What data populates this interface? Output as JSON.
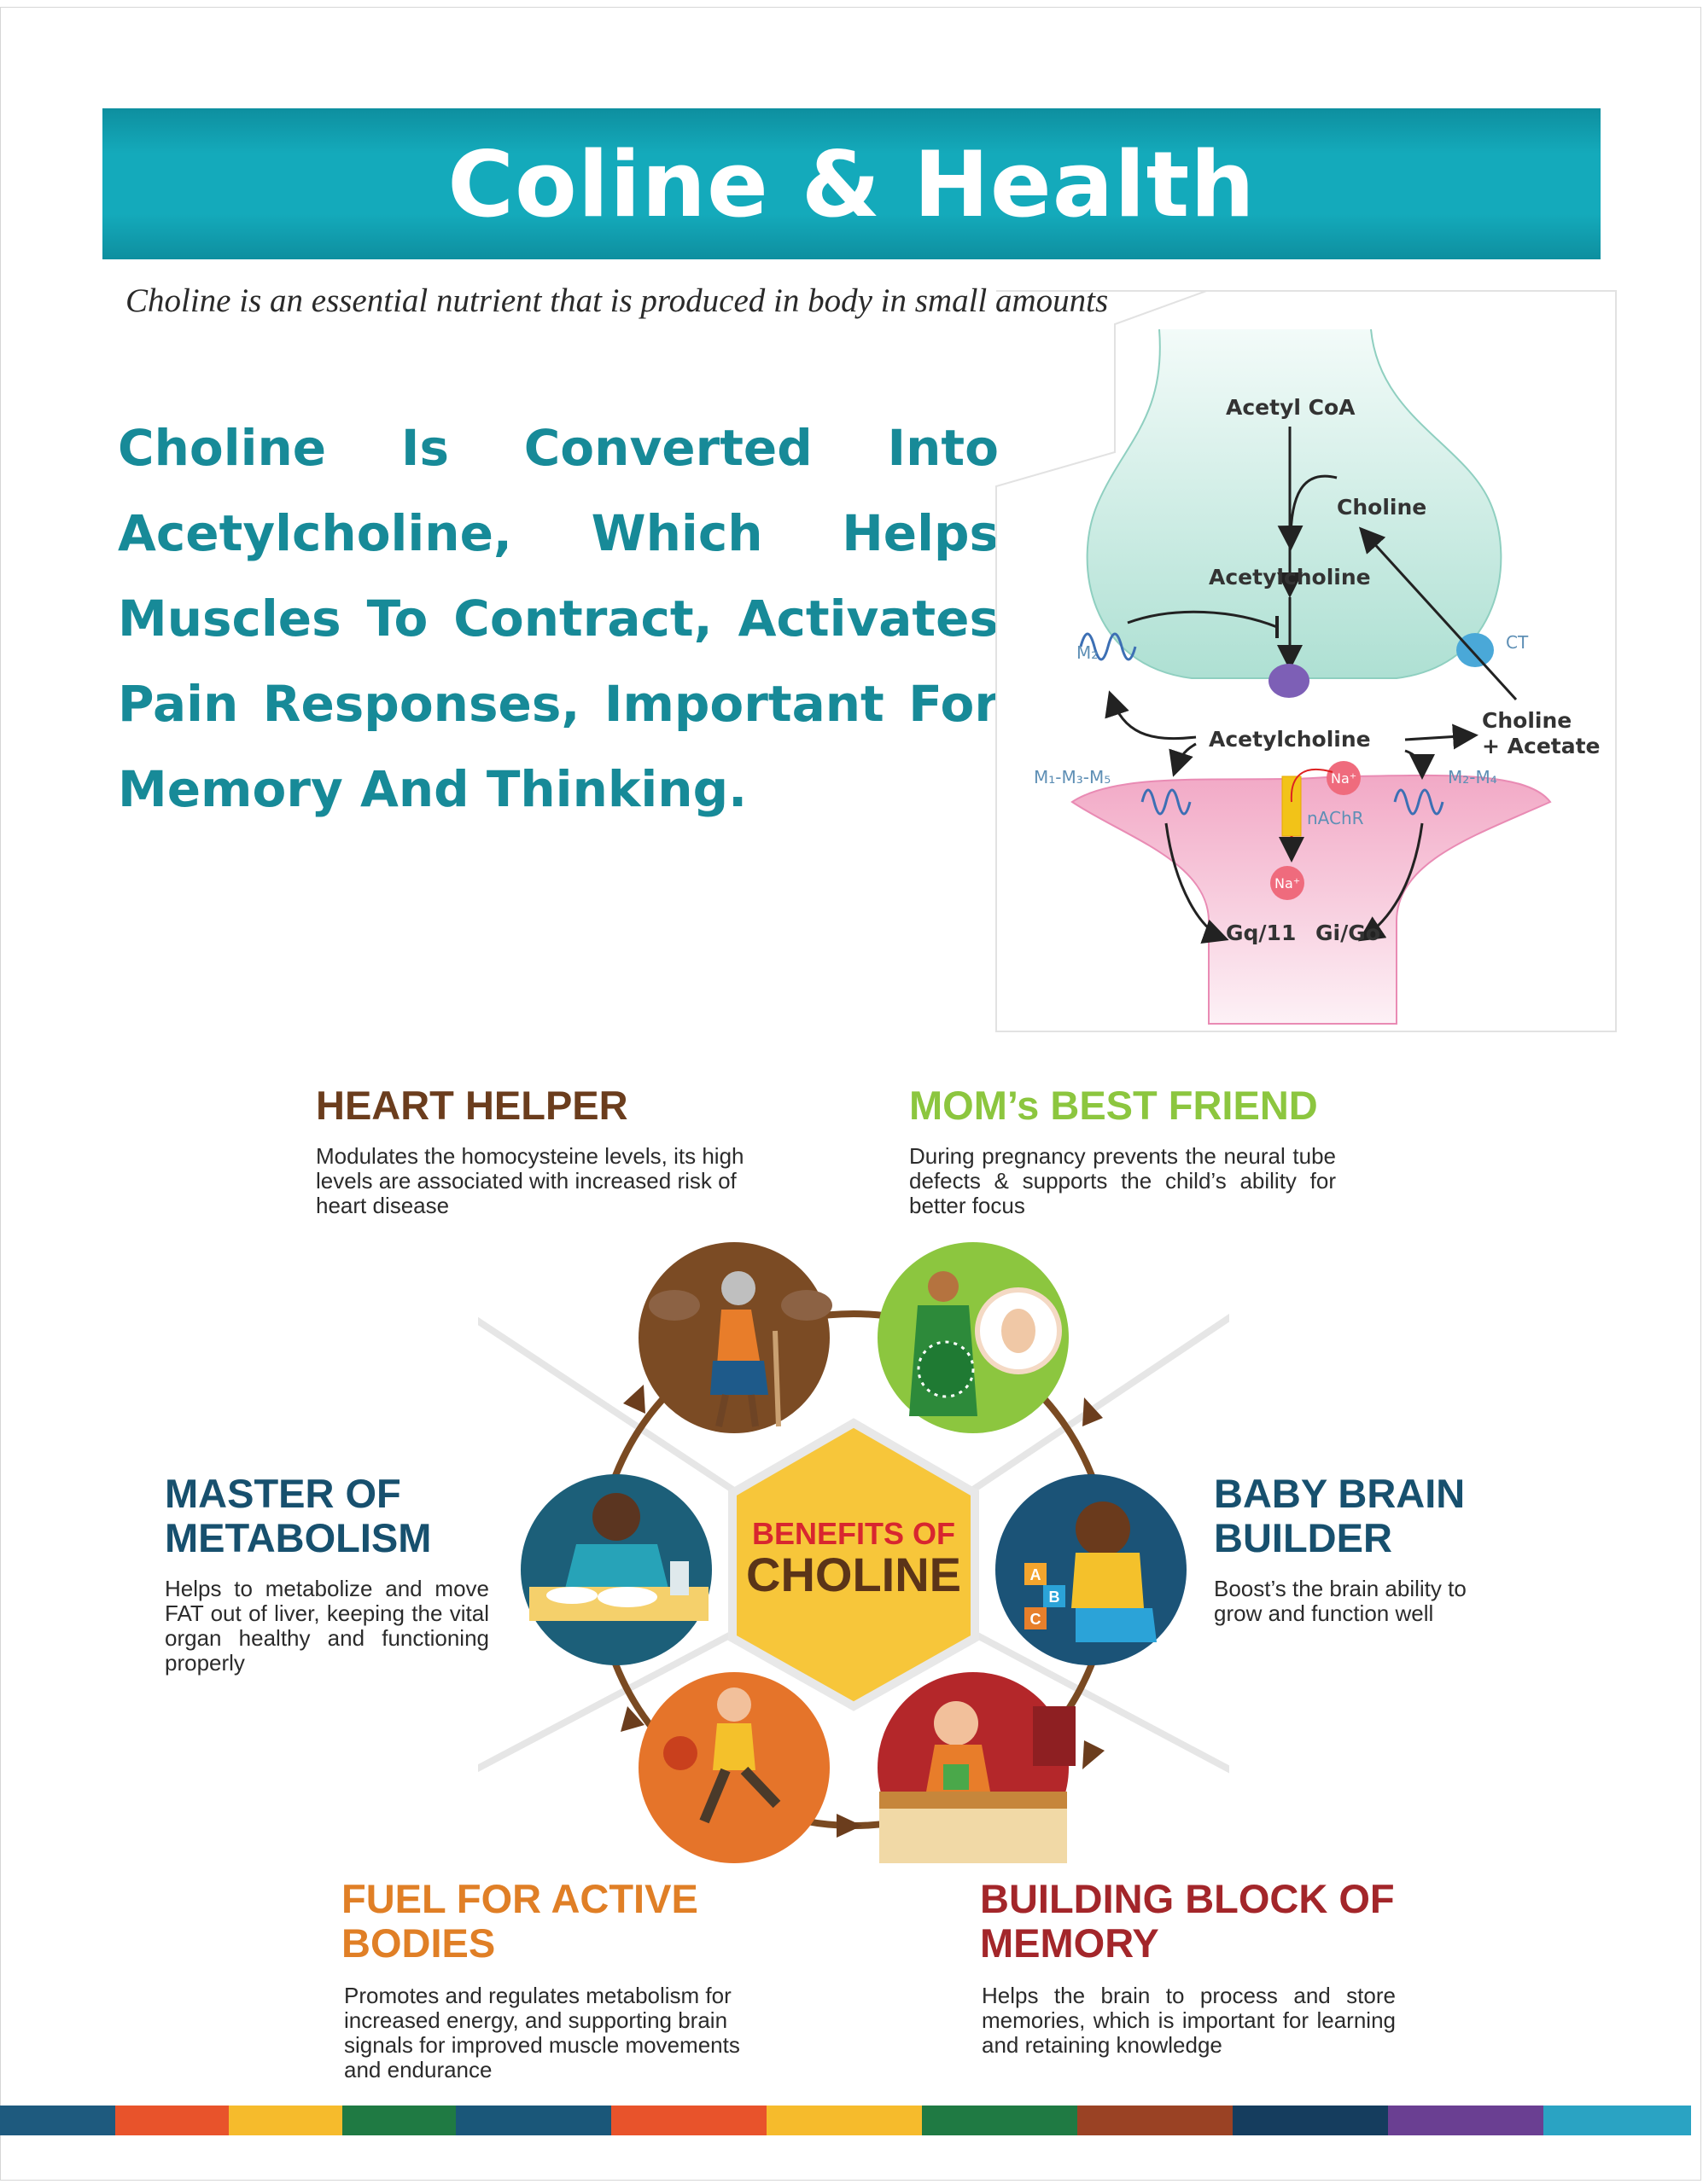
{
  "banner": {
    "title": "Coline & Health"
  },
  "intro": "Choline is an essential nutrient that is produced in body in small amounts",
  "headline": "Choline Is Converted Into Acetylcholine, Which Helps Muscles To Contract, Activates Pain Responses, Important For Memory And Thinking.",
  "diagram": {
    "acetyl_coa": "Acetyl CoA",
    "choline": "Choline",
    "acetylcholine_top": "Acetylcholine",
    "m2": "M₂",
    "ct": "CT",
    "acetylcholine_mid": "Acetylcholine",
    "choline_acetate_1": "Choline",
    "choline_acetate_2": "+ Acetate",
    "m1m3m5": "M₁-M₃-M₅",
    "m2m4": "M₂-M₄",
    "na_top": "Na⁺",
    "nachr": "nAChR",
    "na_bottom": "Na⁺",
    "gq11": "Gq/11",
    "gigo": "Gi/Go"
  },
  "center": {
    "line1": "BENEFITS OF",
    "line2": "CHOLINE"
  },
  "benefits": {
    "heart": {
      "title": "HEART HELPER",
      "desc": "Modulates the homocysteine levels, its high levels are associated with increased risk of heart disease",
      "color": "#6b3d1d"
    },
    "mom": {
      "title": "MOM’s BEST FRIEND",
      "desc": "During pregnancy prevents the neural tube defects & supports the child’s ability for better focus",
      "color": "#8cc63f"
    },
    "metabolism": {
      "title_line1": "MASTER OF",
      "title_line2": "METABOLISM",
      "desc": "Helps to metabolize and move FAT out of liver, keeping the vital organ healthy and functioning properly",
      "color": "#17506e"
    },
    "baby": {
      "title_line1": "BABY BRAIN",
      "title_line2": "BUILDER",
      "desc": "Boost’s the brain ability to grow and function well",
      "color": "#17506e"
    },
    "fuel": {
      "title_line1": "FUEL FOR ACTIVE",
      "title_line2": "BODIES",
      "desc": "Promotes and regulates metabolism for increased energy, and supporting brain signals for improved muscle movements and endurance",
      "color": "#e07f26"
    },
    "memory": {
      "title_line1": "BUILDING BLOCK OF",
      "title_line2": "MEMORY",
      "desc": "Helps the brain to process and store memories, which is important for learning and retaining knowledge",
      "color": "#a3262a"
    }
  },
  "blocks": [
    "A",
    "B",
    "C"
  ],
  "footer_colors": [
    "#1e5a7e",
    "#e8532b",
    "#f6bb2c",
    "#1f7a43",
    "#1a5779",
    "#e8532b",
    "#f6bb2c",
    "#1f7a43",
    "#9a4224",
    "#153d5e",
    "#6a3f92",
    "#2aa3c3"
  ]
}
